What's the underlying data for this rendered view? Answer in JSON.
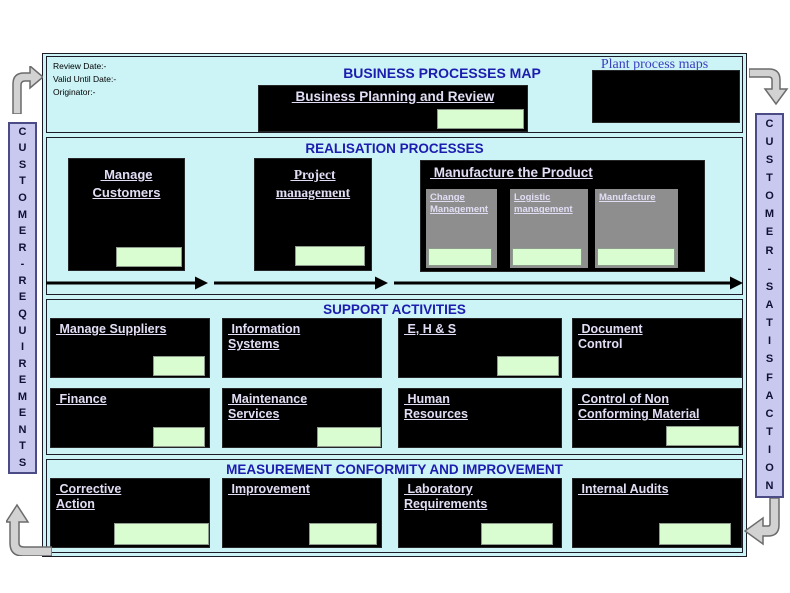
{
  "colors": {
    "map_background": "#ccf4f6",
    "section_title_blue": "#1c1caf",
    "process_box_black": "#000000",
    "hyperlink_text": "#e2ddf4",
    "indicator_green": "#d9fcd0",
    "subprocess_gray": "#8e8e8e",
    "channel_lavender": "#c9c9ef"
  },
  "header": {
    "review_date": "Review Date:-",
    "valid_until": "Valid Until Date:-",
    "originator": "Originator:-",
    "title": "BUSINESS PROCESSES MAP",
    "business_planning": " Business Planning and Review",
    "plant_maps": "Plant process maps"
  },
  "channels": {
    "left": "CUSTOMER-REQUIREMENTS",
    "right": "CUSTOMER-SATISFACTION"
  },
  "realisation": {
    "title": "REALISATION PROCESSES",
    "manage_customers": {
      "line1": " Manage",
      "line2": "Customers"
    },
    "project_management": {
      "line1": " Project",
      "line2": "management"
    },
    "manufacture": {
      "title": " Manufacture the Product",
      "sub": [
        {
          "line1": "Change",
          "line2": "Management"
        },
        {
          "line1": "Logistic",
          "line2": "management"
        },
        {
          "line1": "Manufacture",
          "line2": ""
        }
      ]
    }
  },
  "support": {
    "title": "SUPPORT ACTIVITIES",
    "row1": [
      {
        "line1": " Manage Suppliers",
        "line2": ""
      },
      {
        "line1": " Information",
        "line2": "Systems"
      },
      {
        "line1": " E, H & S",
        "line2": ""
      },
      {
        "line1": " Document",
        "line2": "Control"
      }
    ],
    "row2": [
      {
        "line1": " Finance",
        "line2": ""
      },
      {
        "line1": " Maintenance",
        "line2": "Services"
      },
      {
        "line1": " Human",
        "line2": "Resources"
      },
      {
        "line1": " Control of Non",
        "line2": "Conforming Material"
      }
    ]
  },
  "measurement": {
    "title": "MEASUREMENT CONFORMITY AND IMPROVEMENT",
    "boxes": [
      {
        "line1": " Corrective",
        "line2": "Action"
      },
      {
        "line1": " Improvement",
        "line2": ""
      },
      {
        "line1": " Laboratory",
        "line2": "Requirements"
      },
      {
        "line1": " Internal Audits",
        "line2": ""
      }
    ]
  }
}
